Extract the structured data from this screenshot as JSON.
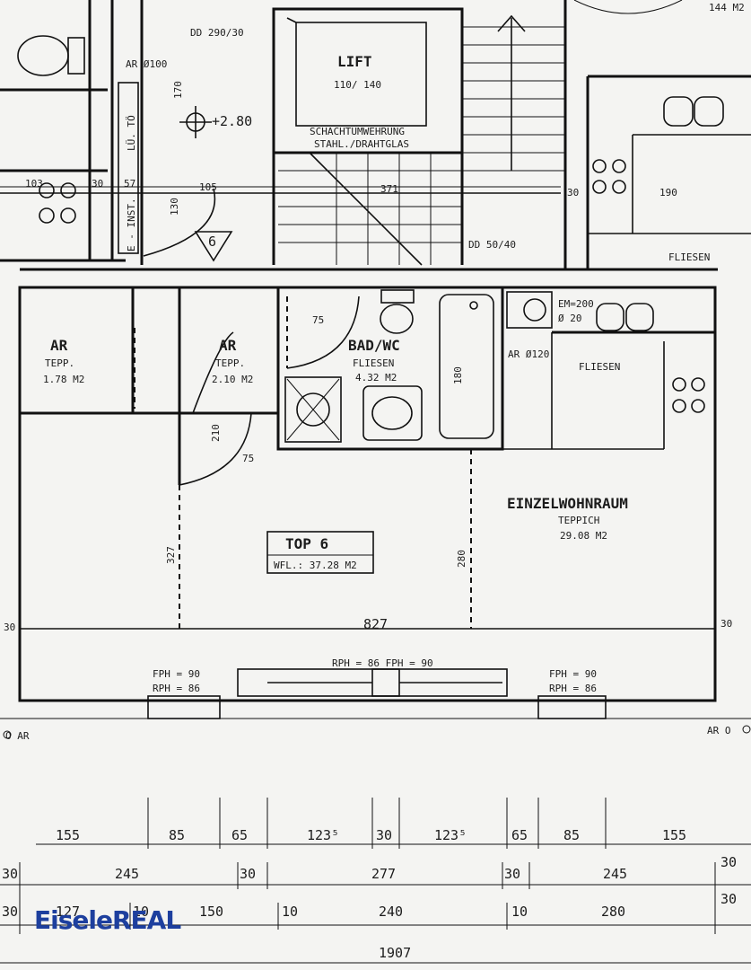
{
  "rooms": {
    "lift": "LIFT",
    "lift_size": "110/ 140",
    "shaft_1": "SCHACHTUMWEHRUNG",
    "shaft_2": "STAHL./DRAHTGLAS",
    "ar1": "AR",
    "ar1_floor": "TEPP.",
    "ar1_area": "1.78 M2",
    "ar2": "AR",
    "ar2_floor": "TEPP.",
    "ar2_area": "2.10 M2",
    "bad": "BAD/WC",
    "bad_floor": "FLIESEN",
    "bad_area": "4.32 M2",
    "kitchen_floor": "FLIESEN",
    "fliesen_top": "FLIESEN",
    "einzel": "EINZELWOHNRAUM",
    "einzel_floor": "TEPPICH",
    "einzel_area": "29.08 M2",
    "top": "TOP 6",
    "wfl": "WFL.: 37.28 M2"
  },
  "notes": {
    "dd_top": "DD 290/30",
    "ar100": "AR Ø100",
    "level": "+2.80",
    "lu_to": "LÜ. TÖ",
    "e_inst": "E - INST.",
    "dd_mid": "DD 50/40",
    "em": "EM=200",
    "em2": "Ø 20",
    "ar120": "AR Ø120",
    "fph_l": "FPH = 90",
    "rph_l": "RPH = 86",
    "fph_r": "FPH = 90",
    "rph_r": "RPH = 86",
    "rph_mid": "RPH = 86 FPH = 90",
    "oar_l": "O AR",
    "oar_r": "AR O",
    "corner": "144 M2",
    "stair_no": "6",
    "d170": "170",
    "d103": "103",
    "d30a": "30",
    "d57": "57",
    "d105": "105",
    "d130": "130",
    "d371": "371",
    "d30b": "30",
    "d190": "190",
    "fliesen_r": "FLIESEN",
    "d75a": "75",
    "d180": "180",
    "d210": "210",
    "d75b": "75",
    "d327": "327",
    "d280v": "280",
    "d827": "827",
    "d30c": "30",
    "d30d": "30"
  },
  "dims": {
    "row1": [
      "155",
      "85",
      "65",
      "123⁵",
      "30",
      "123⁵",
      "65",
      "85",
      "155"
    ],
    "row2": [
      "30",
      "245",
      "30",
      "277",
      "30",
      "245",
      "30"
    ],
    "row3": [
      "30",
      "127",
      "10",
      "150",
      "10",
      "240",
      "10",
      "280",
      "30"
    ],
    "total": "1907"
  },
  "brand": "EiseleREAL",
  "colors": {
    "brand": "#1d3f9e",
    "ink": "#111111",
    "paper": "#f4f4f2"
  }
}
